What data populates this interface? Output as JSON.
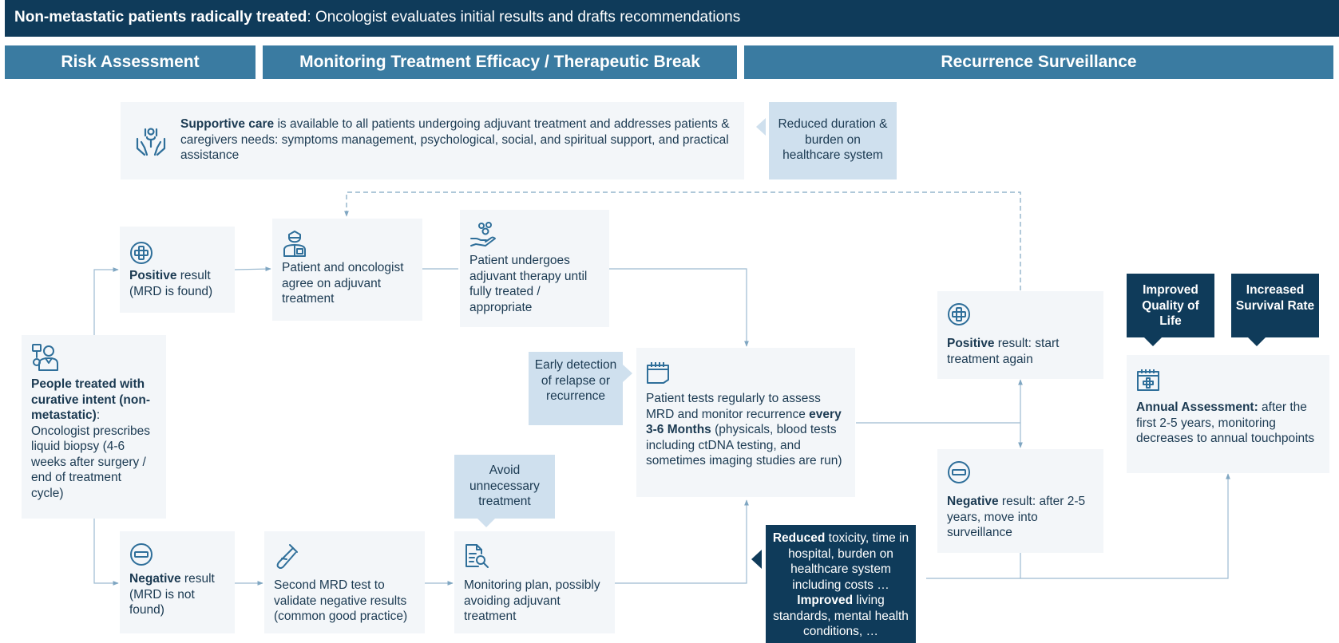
{
  "header": {
    "title_bold": "Non-metastatic patients radically treated",
    "title_rest": ": Oncologist evaluates initial results and drafts recommendations"
  },
  "phases": {
    "risk": "Risk Assessment",
    "monitoring": "Monitoring Treatment Efficacy / Therapeutic Break",
    "recurrence": "Recurrence Surveillance"
  },
  "supportive": {
    "bold": "Supportive care",
    "text": " is available to all patients undergoing adjuvant treatment and addresses patients & caregivers needs: symptoms management, psychological, social, and spiritual support, and practical assistance"
  },
  "callouts": {
    "reduced_duration": "Reduced duration & burden on healthcare system",
    "early_detection": "Early detection of relapse or recurrence",
    "avoid_treatment": "Avoid unnecessary treatment",
    "improved_qol": "Improved Quality of Life",
    "increased_survival": "Increased Survival Rate",
    "reduced_bold": "Reduced",
    "reduced_text": " toxicity, time in hospital, burden on healthcare system including costs  …",
    "improved_bold": "Improved",
    "improved_text": " living standards, mental health conditions, …"
  },
  "people": {
    "bold": "People treated with curative intent (non-metastatic)",
    "text": ": Oncologist prescribes liquid biopsy (4-6 weeks after surgery / end of treatment cycle)"
  },
  "positive": {
    "bold": "Positive",
    "text": " result (MRD is found)"
  },
  "negative": {
    "bold": "Negative",
    "text": " result (MRD is not found)"
  },
  "agree": "Patient and oncologist agree on adjuvant treatment",
  "adjuvant": "Patient undergoes adjuvant therapy until fully treated / appropriate",
  "second_mrd": "Second MRD test to validate negative results (common good practice)",
  "monitoring_plan": "Monitoring plan, possibly avoiding adjuvant treatment",
  "tests": {
    "text1": "Patient tests regularly to assess MRD and monitor recurrence ",
    "bold": "every 3-6 Months",
    "text2": " (physicals, blood tests including ctDNA testing, and sometimes imaging studies are run)"
  },
  "pos_again": {
    "bold": "Positive",
    "text": " result: start treatment again"
  },
  "neg_surv": {
    "bold": "Negative",
    "text": " result: after 2-5 years, move into surveillance"
  },
  "annual": {
    "bold": "Annual Assessment:",
    "text": " after the first 2-5 years, monitoring decreases to annual touchpoints"
  },
  "colors": {
    "dark_navy": "#0f3b5a",
    "phase_blue": "#3a7ba1",
    "light_blue": "#cfe0ee",
    "box_gray": "#f3f6f9",
    "icon_blue": "#2f6f9a"
  }
}
